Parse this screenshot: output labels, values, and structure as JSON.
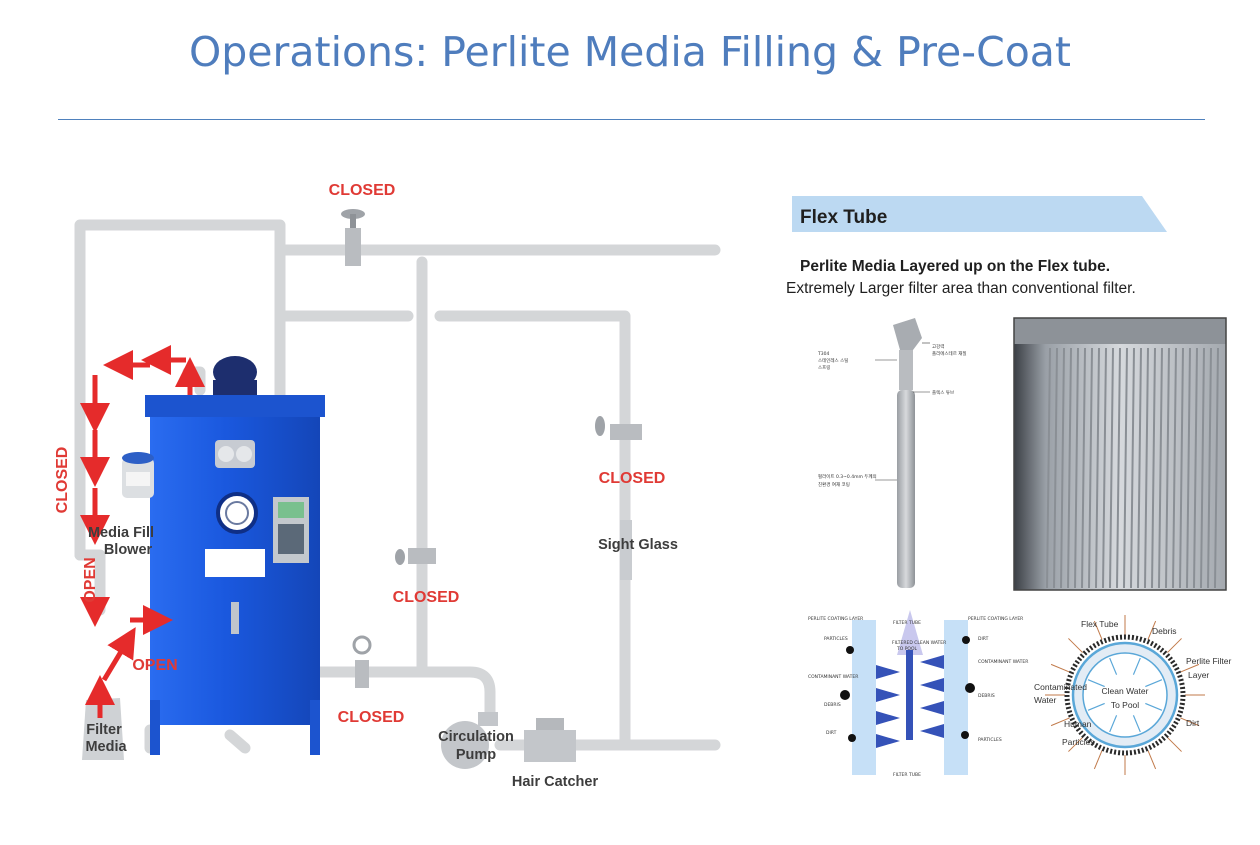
{
  "title": "Operations: Perlite Media Filling & Pre-Coat",
  "left_diagram": {
    "labels": {
      "closed_top": "CLOSED",
      "closed_left": "CLOSED",
      "open_left": "OPEN",
      "media_fill_blower_1": "Media Fill",
      "media_fill_blower_2": "Blower",
      "open_bottom": "OPEN",
      "filter_media_1": "Filter",
      "filter_media_2": "Media",
      "closed_middle": "CLOSED",
      "closed_bottom": "CLOSED",
      "closed_right": "CLOSED",
      "sight_glass": "Sight Glass",
      "circulation_pump_1": "Circulation",
      "circulation_pump_2": "Pump",
      "hair_catcher": "Hair Catcher"
    },
    "colors": {
      "vessel": "#1f5fe0",
      "pipe": "#d4d6d8",
      "arrow": "#e52b2b",
      "label_red": "#e03a35"
    }
  },
  "flex_tube": {
    "header": "Flex Tube",
    "line1": "Perlite Media Layered up on the Flex tube.",
    "line2": "Extremely Larger filter area than conventional filter.",
    "tube_callouts": {
      "c1a": "T304",
      "c1b": "스테인레스 스틸",
      "c1c": "스프링",
      "c2a": "고강력",
      "c2b": "폴리에스테르 재질",
      "c3": "플렉스 튜브",
      "c4a": "펄라이트 0.3~0.4mm 두께의",
      "c4b": "친환경 여재 코팅"
    },
    "cross_section": {
      "perlite_left": "PERLITE COATING LAYER",
      "filter_tube_top": "FILTER TUBE",
      "perlite_right": "PERLITE COATING LAYER",
      "particles_l": "PARTICLES",
      "dirt_r": "DIRT",
      "filtered_1": "FILTERED CLEAN WATER",
      "filtered_2": "TO POOL",
      "contam_r": "CONTAMINANT WATER",
      "contam_l": "CONTAMINANT WATER",
      "debris_l": "DEBRIS",
      "debris_r": "DEBRIS",
      "dirt_l": "DIRT",
      "particles_r": "PARTICLES",
      "filter_tube_bottom": "FILTER TUBE"
    },
    "circle": {
      "flex_tube": "Flex Tube",
      "debris": "Debris",
      "perlite_1": "Perlite Filter",
      "perlite_2": "Layer",
      "contam_1": "Contaminated",
      "contam_2": "Water",
      "clean_1": "Clean Water",
      "clean_2": "To Pool",
      "dirt": "Dirt",
      "human_1": "Human",
      "human_2": "Particles"
    },
    "colors": {
      "header_band": "#bcd9f2",
      "tube_blue": "#3552b8",
      "light_blue": "#c6e0f7",
      "circle_ring": "#5aa7d8"
    }
  }
}
